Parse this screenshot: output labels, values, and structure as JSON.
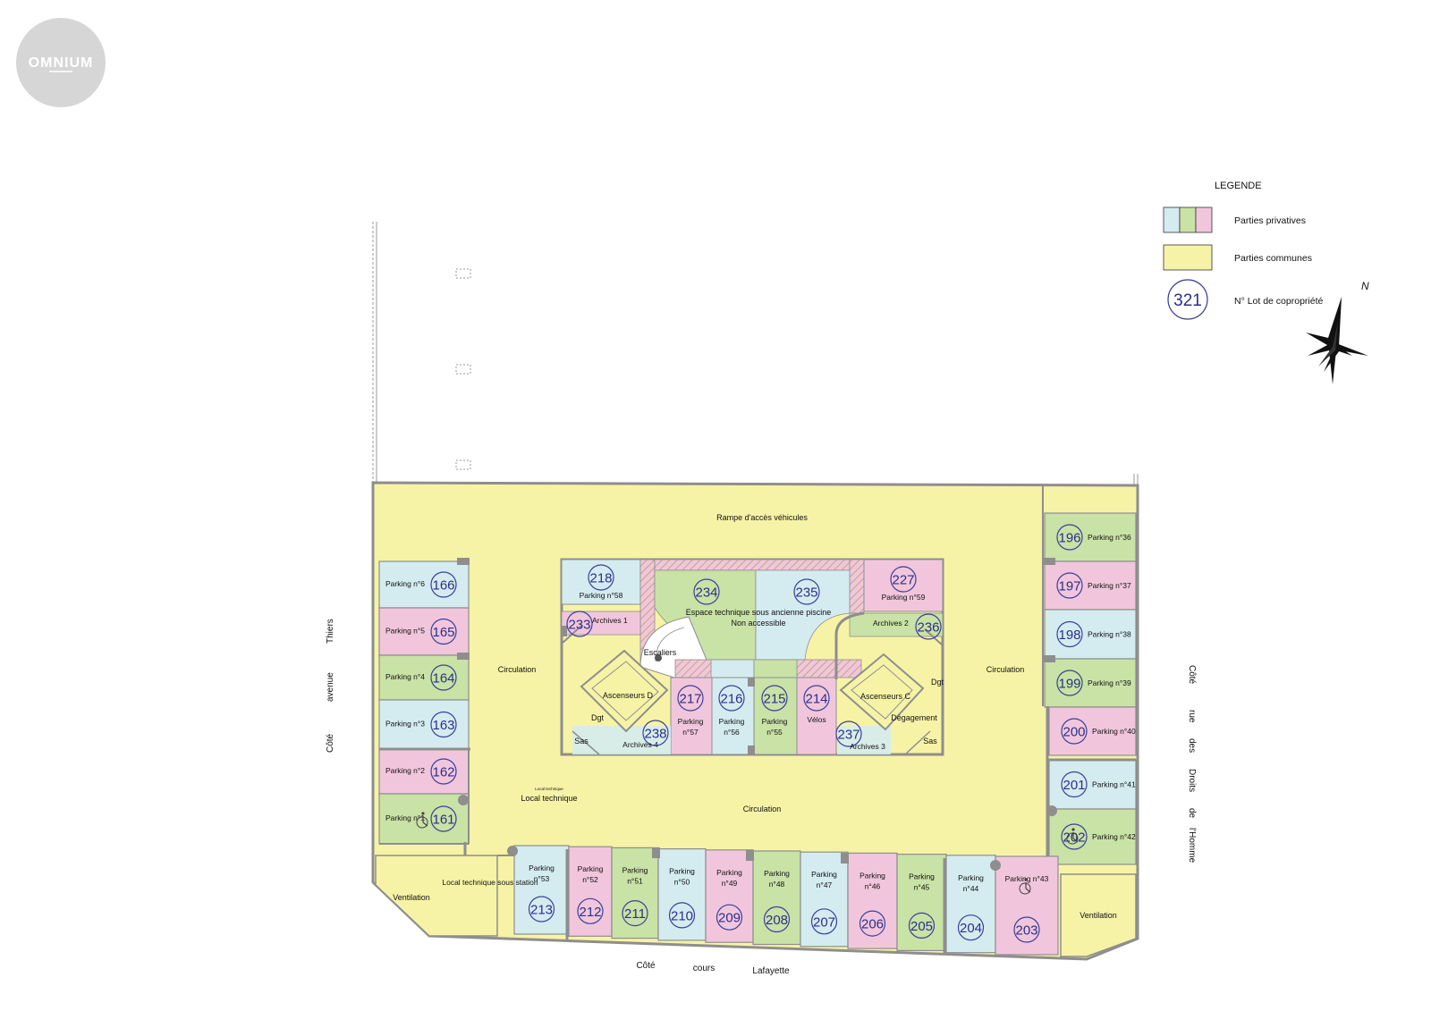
{
  "logo": {
    "text": "OMNIUM"
  },
  "legend": {
    "title": "LEGENDE",
    "items": [
      {
        "label": "Parties privatives",
        "colors": [
          "#d4ecf0",
          "#c9e2a6",
          "#f1c6dc"
        ]
      },
      {
        "label": "Parties communes",
        "colors": [
          "#f7f3a6"
        ]
      },
      {
        "label": "N° Lot de copropriété",
        "sample": "321"
      }
    ],
    "north": "N"
  },
  "colors": {
    "common": "#f7f3a6",
    "blue": "#d4ecf0",
    "green": "#c9e2a6",
    "pink": "#f1c6dc",
    "wall": "#8e8e8e",
    "lot_text": "#2a2f8a"
  },
  "streets": {
    "left": [
      "Côté",
      "avenue",
      "Thiers"
    ],
    "right": [
      "Côté",
      "rue",
      "des",
      "Droits",
      "de",
      "l'Homme"
    ],
    "bottom": [
      "Côté",
      "cours",
      "Lafayette"
    ]
  },
  "areas": {
    "ramp": "Rampe d'accès véhicules",
    "circ_left": "Circulation",
    "circ_right": "Circulation",
    "circ_bottom": "Circulation",
    "local_technique": "Local technique",
    "local_technique_small": "Local technique",
    "local_technique_station": "Local technique sous station",
    "ventilation_left": "Ventilation",
    "ventilation_right": "Ventilation"
  },
  "core": {
    "espace": "Espace technique sous ancienne piscine",
    "non_accessible": "Non accessible",
    "archives1": "Archives 1",
    "archives2": "Archives 2",
    "archives3": "Archives 3",
    "archives4": "Archives 4",
    "escaliers": "Escaliers",
    "ascenseurs_d": "Ascenseurs D",
    "ascenseurs_c": "Ascenseurs C",
    "dgt_left": "Dgt",
    "dgt_right": "Dgt",
    "degagement": "Dégagement",
    "sas_left": "Sas",
    "sas_right": "Sas",
    "velos": "Vélos"
  },
  "parkings_left": [
    {
      "lot": "166",
      "label": "Parking n°6",
      "color": "blue"
    },
    {
      "lot": "165",
      "label": "Parking n°5",
      "color": "pink"
    },
    {
      "lot": "164",
      "label": "Parking n°4",
      "color": "green"
    },
    {
      "lot": "163",
      "label": "Parking n°3",
      "color": "blue"
    },
    {
      "lot": "162",
      "label": "Parking n°2",
      "color": "pink"
    },
    {
      "lot": "161",
      "label": "Parking n°1",
      "color": "green",
      "accessible": true
    }
  ],
  "parkings_right": [
    {
      "lot": "196",
      "label": "Parking n°36",
      "color": "green"
    },
    {
      "lot": "197",
      "label": "Parking n°37",
      "color": "pink"
    },
    {
      "lot": "198",
      "label": "Parking n°38",
      "color": "blue"
    },
    {
      "lot": "199",
      "label": "Parking n°39",
      "color": "green"
    },
    {
      "lot": "200",
      "label": "Parking n°40",
      "color": "pink"
    },
    {
      "lot": "201",
      "label": "Parking n°41",
      "color": "blue"
    },
    {
      "lot": "202",
      "label": "Parking n°42",
      "color": "green",
      "accessible": true
    }
  ],
  "parkings_bottom": [
    {
      "lot": "213",
      "line1": "Parking",
      "line2": "n°53",
      "color": "blue"
    },
    {
      "lot": "212",
      "line1": "Parking",
      "line2": "n°52",
      "color": "pink"
    },
    {
      "lot": "211",
      "line1": "Parking",
      "line2": "n°51",
      "color": "green"
    },
    {
      "lot": "210",
      "line1": "Parking",
      "line2": "n°50",
      "color": "blue"
    },
    {
      "lot": "209",
      "line1": "Parking",
      "line2": "n°49",
      "color": "pink"
    },
    {
      "lot": "208",
      "line1": "Parking",
      "line2": "n°48",
      "color": "green"
    },
    {
      "lot": "207",
      "line1": "Parking",
      "line2": "n°47",
      "color": "blue"
    },
    {
      "lot": "206",
      "line1": "Parking",
      "line2": "n°46",
      "color": "pink"
    },
    {
      "lot": "205",
      "line1": "Parking",
      "line2": "n°45",
      "color": "green"
    },
    {
      "lot": "204",
      "line1": "Parking",
      "line2": "n°44",
      "color": "blue"
    },
    {
      "lot": "203",
      "line1": "Parking n°43",
      "line2": "",
      "color": "pink",
      "accessible": true
    }
  ],
  "core_lots": [
    {
      "lot": "218",
      "label": "Parking n°58",
      "color": "blue"
    },
    {
      "lot": "234",
      "label": "",
      "color": "green"
    },
    {
      "lot": "235",
      "label": "",
      "color": "blue"
    },
    {
      "lot": "227",
      "label": "Parking n°59",
      "color": "pink"
    },
    {
      "lot": "233",
      "label": "Archives 1",
      "color": "pink"
    },
    {
      "lot": "236",
      "label": "Archives 2",
      "color": "green"
    },
    {
      "lot": "217",
      "line1": "Parking",
      "line2": "n°57",
      "color": "pink"
    },
    {
      "lot": "216",
      "line1": "Parking",
      "line2": "n°56",
      "color": "blue"
    },
    {
      "lot": "215",
      "line1": "Parking",
      "line2": "n°55",
      "color": "green"
    },
    {
      "lot": "214",
      "line1": "Vélos",
      "line2": "",
      "color": "pink"
    },
    {
      "lot": "238",
      "label": "Archives 4",
      "color": "blue"
    },
    {
      "lot": "237",
      "label": "Archives 3",
      "color": "blue"
    }
  ]
}
